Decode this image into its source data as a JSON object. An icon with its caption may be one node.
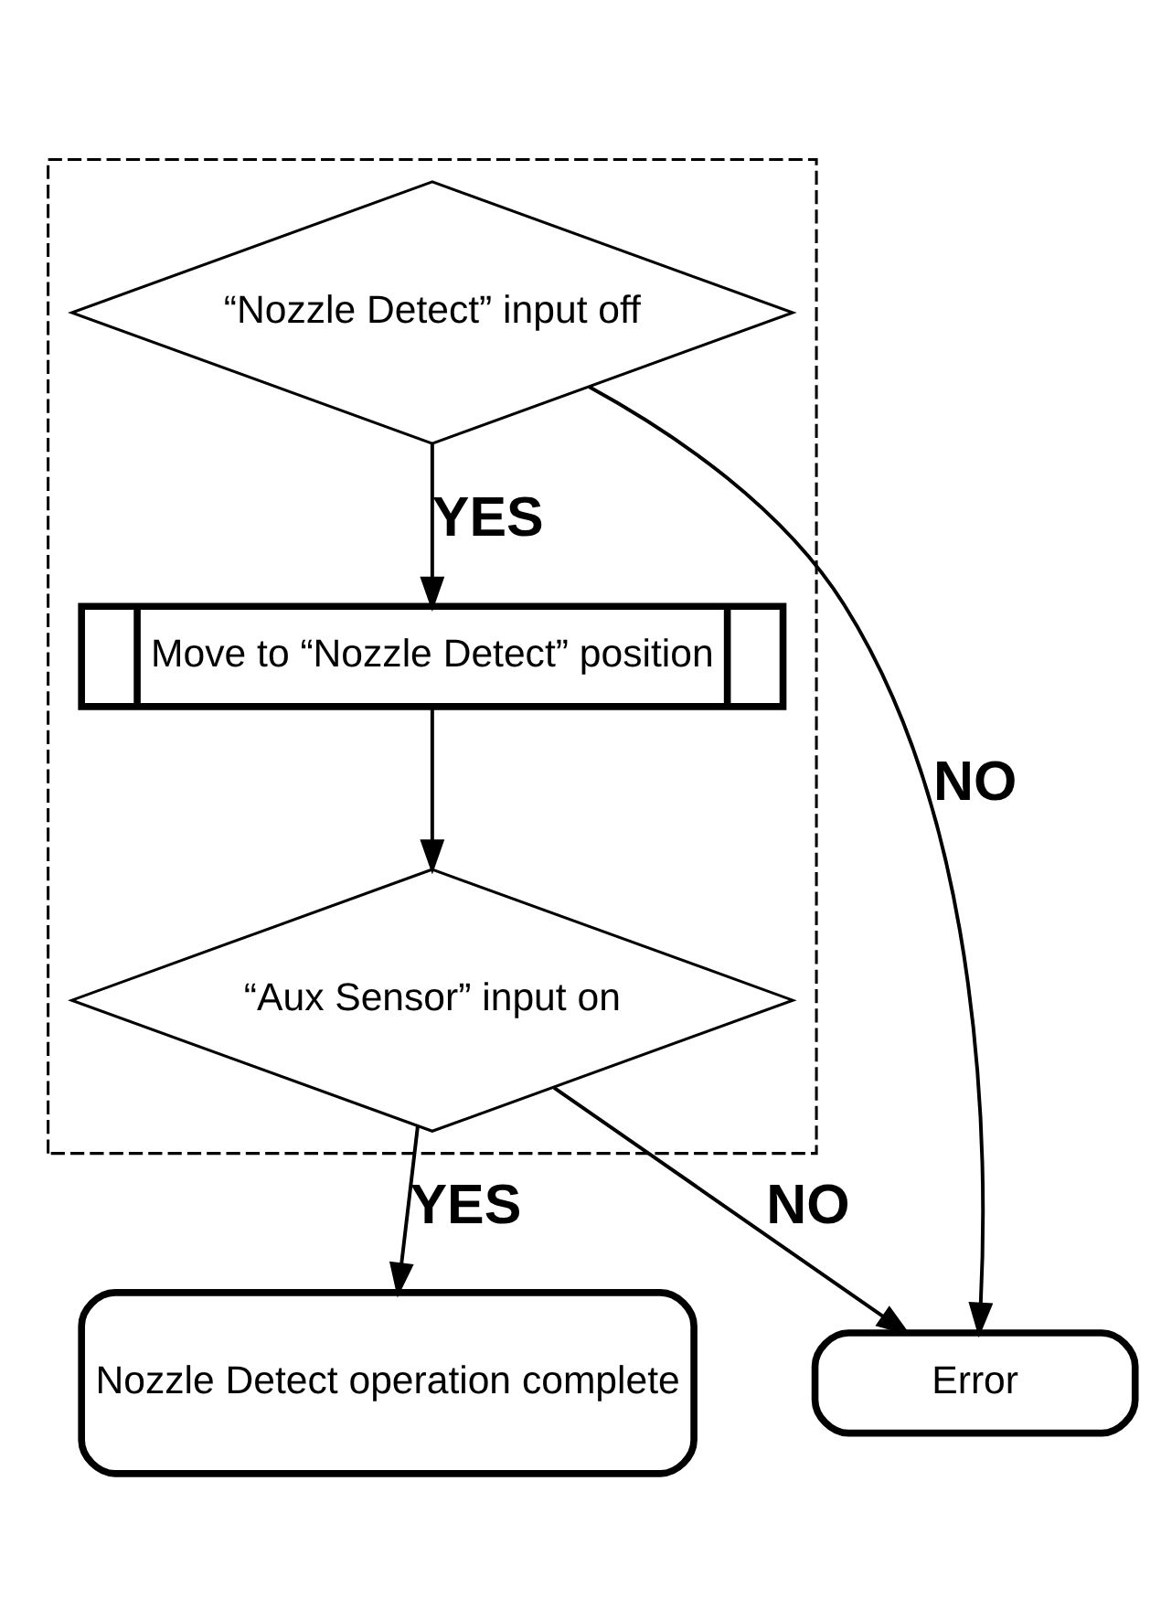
{
  "diagram": {
    "nodes": [
      {
        "text": [],
        "shape": "box"
      },
      {
        "text": [
          "“Nozzle Detect” input off"
        ],
        "in": 0
      },
      {
        "text": [
          "Move to “Nozzle Detect” position"
        ],
        "in": 0
      },
      {
        "text": [
          "“Aux Sensor” input on"
        ],
        "in": 0
      },
      {
        "text": [
          "Nozzle Detect operation complete"
        ]
      },
      {
        "text": [
          "Error"
        ]
      }
    ],
    "edges": [
      {
        "from": 1,
        "to": 2,
        "arrow": "to",
        "label": "YES"
      },
      {
        "from": 2,
        "to": 3,
        "arrow": "to"
      },
      {
        "from": 3,
        "to": 4,
        "arrow": "to",
        "label": "YES"
      },
      {
        "from": 1,
        "to": 5,
        "arrow": "to",
        "label": "NO"
      },
      {
        "from": 3,
        "to": 5,
        "arrow": "to",
        "label": "NO"
      }
    ]
  }
}
